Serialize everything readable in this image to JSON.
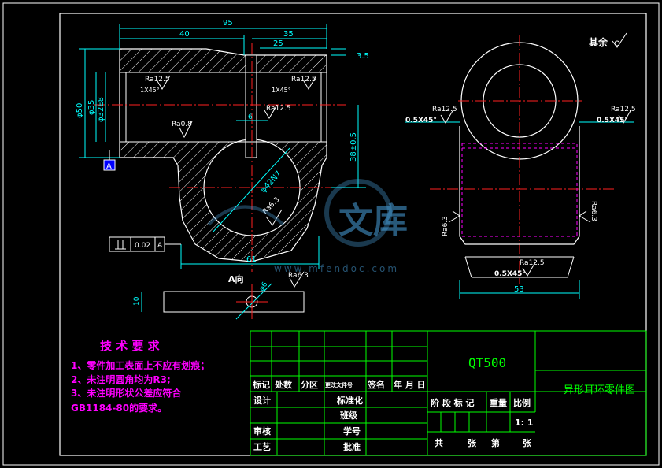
{
  "dims": {
    "d95": "95",
    "d40": "40",
    "d35": "35",
    "d25": "25",
    "d3_5": "3.5",
    "phi50": "φ50",
    "phi35": "φ35",
    "phi32": "φ32E8",
    "d6": "6",
    "d38": "38±0.5",
    "phi42": "φ42N7",
    "d61": "61",
    "d10": "10",
    "phi6": "φ6",
    "d53": "53"
  },
  "rough": {
    "a": "Ra12.5",
    "b": "Ra12.5",
    "c": "Ra12.5",
    "d": "Ra0.8",
    "e": "Ra6.3",
    "f": "Ra6.3",
    "g": "Ra12.5",
    "h": "Ra12.5",
    "i": "Ra6.3",
    "j": "Ra6.3",
    "k": "Ra12.5"
  },
  "chamfers": {
    "c1": "1X45°",
    "c2": "1X45°",
    "c3": "0.5X45°",
    "c4": "0.5X45°",
    "c5": "0.5X45°"
  },
  "misc": {
    "rest": "其余",
    "datum": "A",
    "tol_val": "0.02",
    "tol_ref": "A",
    "view": "A向"
  },
  "watermark": {
    "text": "文库",
    "url": "www.mfendoc.com"
  },
  "tech": {
    "title": "技 术 要 求",
    "lines": [
      "1、零件加工表面上不应有划痕；",
      "2、未注明圆角均为R3;",
      "3、未注明形状公差应符合",
      "GB1184-80的要求。"
    ]
  },
  "titleblock": {
    "material": "QT500",
    "name": "异形耳环零件图",
    "mark": "标记",
    "count": "处数",
    "zone": "分区",
    "docno": "更改文件号",
    "sign": "签名",
    "date": "年 月 日",
    "design": "设计",
    "std": "标准化",
    "check": "审核",
    "craft": "工艺",
    "cls": "班级",
    "sid": "学号",
    "approve": "批准",
    "stage": "阶 段 标 记",
    "weight": "重量",
    "scale": "比例",
    "scale_val": "1: 1",
    "sheets": "共",
    "zhang1": "张",
    "di": "第",
    "zhang2": "张"
  }
}
